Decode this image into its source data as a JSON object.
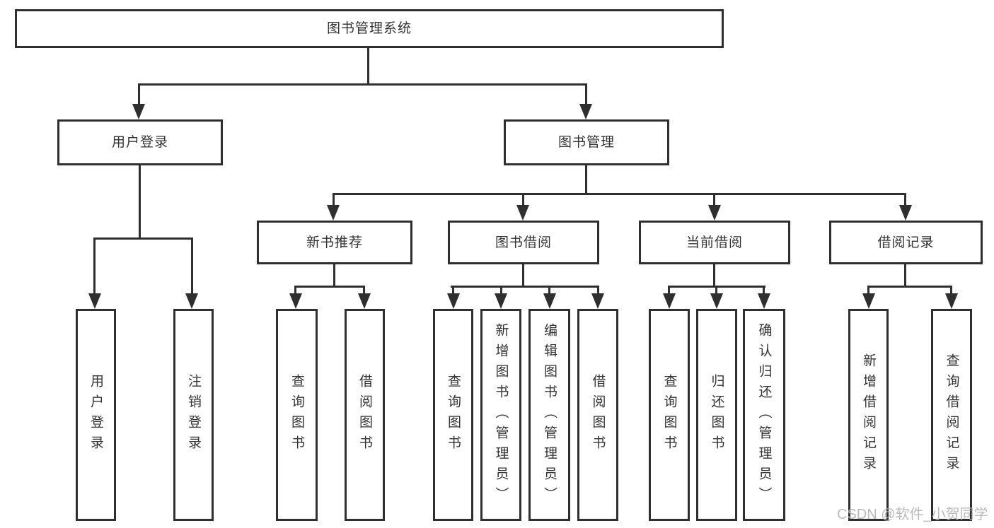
{
  "diagram": {
    "root": {
      "label": "图书管理系统"
    },
    "branches": [
      {
        "label": "用户登录",
        "leaves": [
          "用户登录",
          "注销登录"
        ]
      },
      {
        "label": "图书管理",
        "children": [
          {
            "label": "新书推荐",
            "leaves": [
              "查询图书",
              "借阅图书"
            ]
          },
          {
            "label": "图书借阅",
            "leaves": [
              "查询图书",
              "新增图书（管理员）",
              "编辑图书（管理员）",
              "借阅图书"
            ]
          },
          {
            "label": "当前借阅",
            "leaves": [
              "查询图书",
              "归还图书",
              "确认归还（管理员）"
            ]
          },
          {
            "label": "借阅记录",
            "leaves": [
              "新增借阅记录",
              "查询借阅记录"
            ]
          }
        ]
      }
    ]
  },
  "watermark": {
    "text": "CSDN @软件_小贺同学"
  },
  "colors": {
    "line": "#2f2f2f",
    "text": "#333333",
    "watermark": "#b3b3b3",
    "background": "#ffffff"
  }
}
